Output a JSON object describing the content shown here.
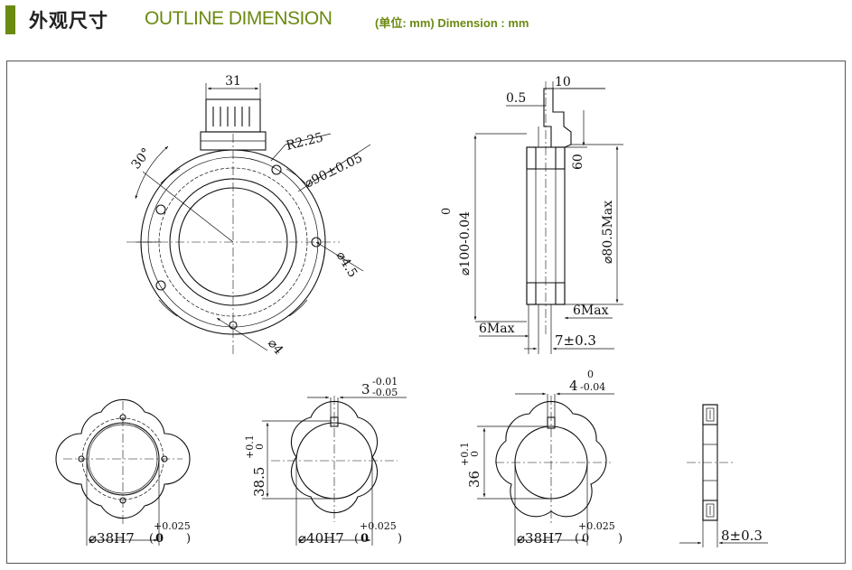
{
  "header": {
    "title_cn": "外观尺寸",
    "title_en": "OUTLINE DIMENSION",
    "unit_note": "(单位: mm) Dimension : mm",
    "accent_color": "#6b8a12",
    "title_en_color": "#6b8a12"
  },
  "front_view": {
    "dim_width": "31",
    "dim_radius": "R2.25",
    "dim_angle": "30°",
    "dim_bolt_circle": "⌀90±0.05",
    "dim_hole": "⌀4.5",
    "dim_small_hole": "⌀4"
  },
  "side_view": {
    "dim_top_width": "10",
    "dim_top_offset": "0.5",
    "dim_outer_dia_tol": "0",
    "dim_outer_dia": "⌀100-0.04",
    "dim_inner_height": "60",
    "dim_max_dia": "⌀80.5Max",
    "dim_left_max": "6Max",
    "dim_right_max": "6Max",
    "dim_thickness": "7±0.3"
  },
  "bottom_views": {
    "v1_bore": "⌀38H7",
    "v1_tol_upper": "+0.025",
    "v1_tol_lower": "0",
    "v2_key_width": "3",
    "v2_key_tol_upper": "-0.01",
    "v2_key_tol_lower": "-0.05",
    "v2_height": "38.5",
    "v2_height_tol_upper": "+0.1",
    "v2_height_tol_lower": "0",
    "v2_bore": "⌀40H7",
    "v2_tol_upper": "+0.025",
    "v2_tol_lower": "0",
    "v3_key_width": "4",
    "v3_key_tol_upper": "0",
    "v3_key_tol_lower": "-0.04",
    "v3_height": "36",
    "v3_height_tol_upper": "+0.1",
    "v3_height_tol_lower": "0",
    "v3_bore": "⌀38H7",
    "v3_tol_upper": "+0.025",
    "v3_tol_lower": "0",
    "v4_thickness": "8±0.3"
  }
}
